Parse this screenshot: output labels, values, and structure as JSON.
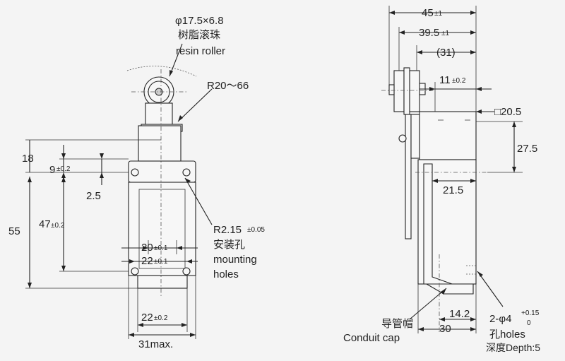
{
  "labels": {
    "roller_dim": "φ17.5×6.8",
    "roller_cn": "树脂滚珠",
    "roller_en": "resin roller",
    "radius": "R20～66",
    "d18": "18",
    "d9": "9",
    "d9_tol": "±0.2",
    "d25": "2.5",
    "d47": "47",
    "d47_tol": "±0.2",
    "d55": "55",
    "mount_r": "R2.15",
    "mount_r_tol": "±0.05",
    "mount_cn": "安装孔",
    "mount_en1": "mounting",
    "mount_en2": "holes",
    "d20": "20",
    "d20_tol": "±0.1",
    "d22a": "22",
    "d22a_tol": "±0.1",
    "d22b": "22",
    "d22b_tol": "±0.2",
    "d31": "31max.",
    "d45": "45",
    "d45_tol": "±1",
    "d395": "39.5",
    "d395_tol": "±1",
    "d31p": "(31)",
    "d11": "11",
    "d11_tol": "±0.2",
    "d205": "□20.5",
    "d275": "27.5",
    "d215": "21.5",
    "d142": "14.2",
    "d30": "30",
    "conduit_cn": "导管帽",
    "conduit_en": "Conduit cap",
    "holes_lead": "2-φ4",
    "holes_tol_up": "+0.15",
    "holes_tol_dn": "0",
    "holes_cn": "孔holes",
    "holes_depth": "深度Depth:5"
  }
}
